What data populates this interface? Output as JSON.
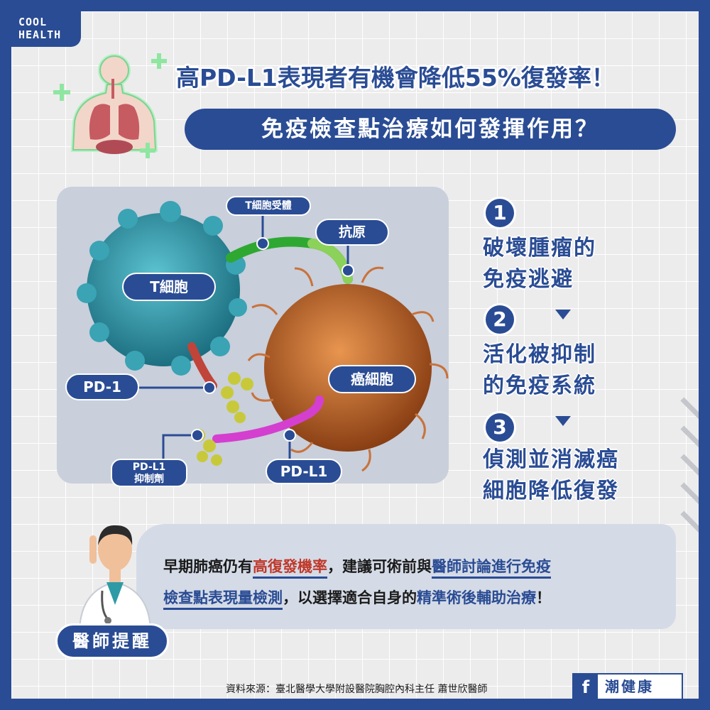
{
  "logo": {
    "line1": "COOL",
    "line2": "HEALTH"
  },
  "title": "高PD-L1表現者有機會降低55%復發率！",
  "subtitle": "免疫檢查點治療如何發揮作用？",
  "diagram": {
    "t_cell": "T細胞",
    "t_cell_receptor": "T細胞受體",
    "antigen": "抗原",
    "cancer_cell": "癌細胞",
    "pd1": "PD-1",
    "pdl1": "PD-L1",
    "inhibitor_line1": "PD-L1",
    "inhibitor_line2": "抑制劑"
  },
  "steps": [
    {
      "num": "1",
      "line1": "破壞腫瘤的",
      "line2": "免疫逃避"
    },
    {
      "num": "2",
      "line1": "活化被抑制",
      "line2": "的免疫系統"
    },
    {
      "num": "3",
      "line1": "偵測並消滅癌",
      "line2": "細胞降低復發"
    }
  ],
  "advice": {
    "p1": "早期肺癌仍有",
    "p2": "高復發機率",
    "p3": "，建議可術前與",
    "p4": "醫師討論進行免疫",
    "p5": "檢查點表現量檢測",
    "p6": "，以選擇適合自身的",
    "p7": "精準術後輔助治療",
    "p8": "！"
  },
  "badge": "醫師提醒",
  "source": "資料來源：臺北醫學大學附設醫院胸腔內科主任 蕭世欣醫師",
  "brand": {
    "icon": "f",
    "name": "潮健康"
  },
  "colors": {
    "primary": "#2a4c94",
    "highlight_red": "#c0392b",
    "t_cell": "#2a8fa0",
    "cancer_cell": "#b8642a"
  }
}
